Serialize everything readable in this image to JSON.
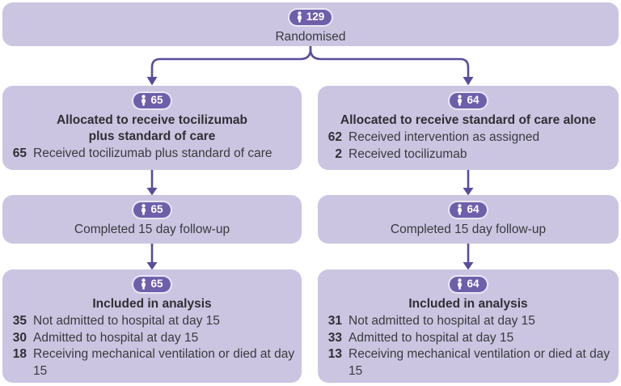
{
  "palette": {
    "box_bg": "#cbc5e2",
    "badge_bg": "#6e5fab",
    "badge_text": "#ffffff",
    "arrow": "#5b4b9b",
    "text": "#3a3a3e",
    "page_bg": "#ffffff"
  },
  "icons": {
    "badge_icon": "person-icon"
  },
  "boxes": {
    "randomised": {
      "count": "129",
      "label": "Randomised"
    },
    "alloc_toci": {
      "count": "65",
      "title_line1": "Allocated to receive tocilizumab",
      "title_line2": "plus standard of care",
      "items": [
        {
          "n": "65",
          "text": "Received tocilizumab plus standard of care"
        }
      ]
    },
    "alloc_soc": {
      "count": "64",
      "title": "Allocated to receive standard of care alone",
      "items": [
        {
          "n": "62",
          "text": "Received intervention as assigned"
        },
        {
          "n": "2",
          "text": "Received tocilizumab"
        }
      ]
    },
    "followup_toci": {
      "count": "65",
      "label": "Completed 15 day follow-up"
    },
    "followup_soc": {
      "count": "64",
      "label": "Completed 15 day follow-up"
    },
    "analysis_toci": {
      "count": "65",
      "title": "Included in analysis",
      "items": [
        {
          "n": "35",
          "text": "Not admitted to hospital at day 15"
        },
        {
          "n": "30",
          "text": "Admitted to hospital at day 15"
        },
        {
          "n": "18",
          "text": "Receiving mechanical ventilation or died at day 15"
        }
      ]
    },
    "analysis_soc": {
      "count": "64",
      "title": "Included in analysis",
      "items": [
        {
          "n": "31",
          "text": "Not admitted to hospital at day 15"
        },
        {
          "n": "33",
          "text": "Admitted to hospital at day 15"
        },
        {
          "n": "13",
          "text": "Receiving mechanical ventilation or died at day 15"
        }
      ]
    }
  }
}
